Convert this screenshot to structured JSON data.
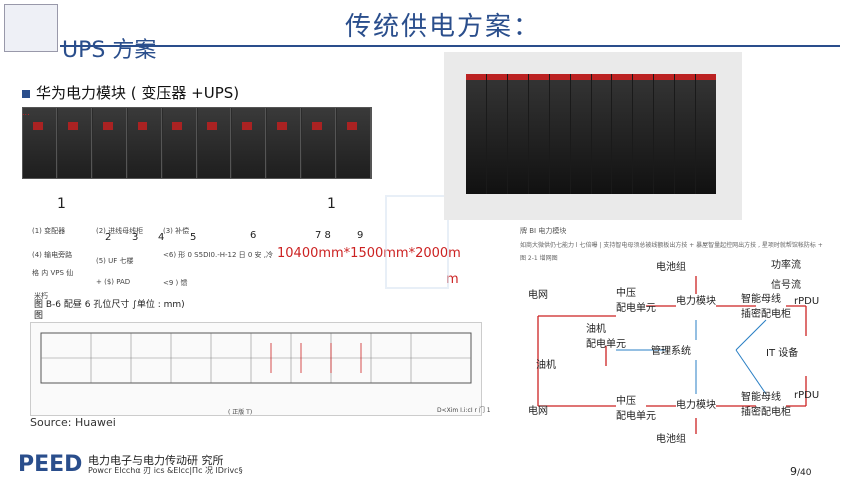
{
  "header": {
    "title": "传统供电方案：",
    "subtitle": "UPS 方案"
  },
  "bullet": {
    "text": "华为电力模块 ( 变压器 +UPS)"
  },
  "cabinet": {
    "red_caption": "...",
    "numbers": [
      "1",
      "2",
      "3",
      "4",
      "5",
      "6",
      "7 8",
      "9"
    ]
  },
  "table": {
    "rows": [
      "(1) 变配器",
      "(2) 进线母线柜",
      "(3) 补偿",
      "(4) 输电旁路",
      "(5) UF 七楼",
      "<6) 形 0 S5DI0.-H-12 日 0 安 ,冷",
      "格 内 VPS 仙",
      "+ ($) PAD",
      "<9 ) 馈"
    ]
  },
  "dimensions": {
    "text": "10400mm*1500mm*2000m",
    "tail": "m",
    "mid_numbers": "6"
  },
  "drawing": {
    "caption_prefix": "米朽",
    "caption": "图 B-6 配昼 6 孔位尺寸 ∫单位 : mm) 图",
    "footer_left": "( 正版 T)",
    "footer_right": "D<Xim I.i:cI r 门 1"
  },
  "source": {
    "text": "Source: Huawei"
  },
  "diagram": {
    "header_title": "牌 BI 电力模块",
    "header_desc": "如商大微供仍七能力 l 七倍曝 | 支持智电母须总被线额板出方技 + 暴屋智量起控网出方技 , 星项时就帮馆帐防标 +",
    "figure_label": "图 2-1 增网图",
    "labels": {
      "battery_top": "电池组",
      "power_flow": "功率流",
      "signal_flow": "信号流",
      "grid_top": "电网",
      "mv_unit_top": "中压\n配电单元",
      "power_module_top": "电力模块",
      "smart_busway_top": "智能母线\n插密配电柜",
      "rpdu_top": "rPDU",
      "oil_unit": "油机\n配电单元",
      "generator": "油机",
      "mgmt": "管理系统",
      "it": "IT 设备",
      "grid_bottom": "电网",
      "mv_unit_bottom": "中压\n配电单元",
      "power_module_bottom": "电力模块",
      "smart_busway_bottom": "智能母线\n插密配电柜",
      "rpdu_bottom": "rPDU",
      "battery_bottom": "电池组"
    }
  },
  "footer": {
    "logo": "PEED",
    "lab_cn": "电力电子与电力传动研 究所",
    "lab_en": "Powcr Elcchα 刃 ics &Elcc|Πc 况 lDrivc§",
    "page_num": "9",
    "page_total": "/40"
  },
  "colors": {
    "title_blue": "#2a4e8c",
    "accent_red": "#c22222"
  }
}
